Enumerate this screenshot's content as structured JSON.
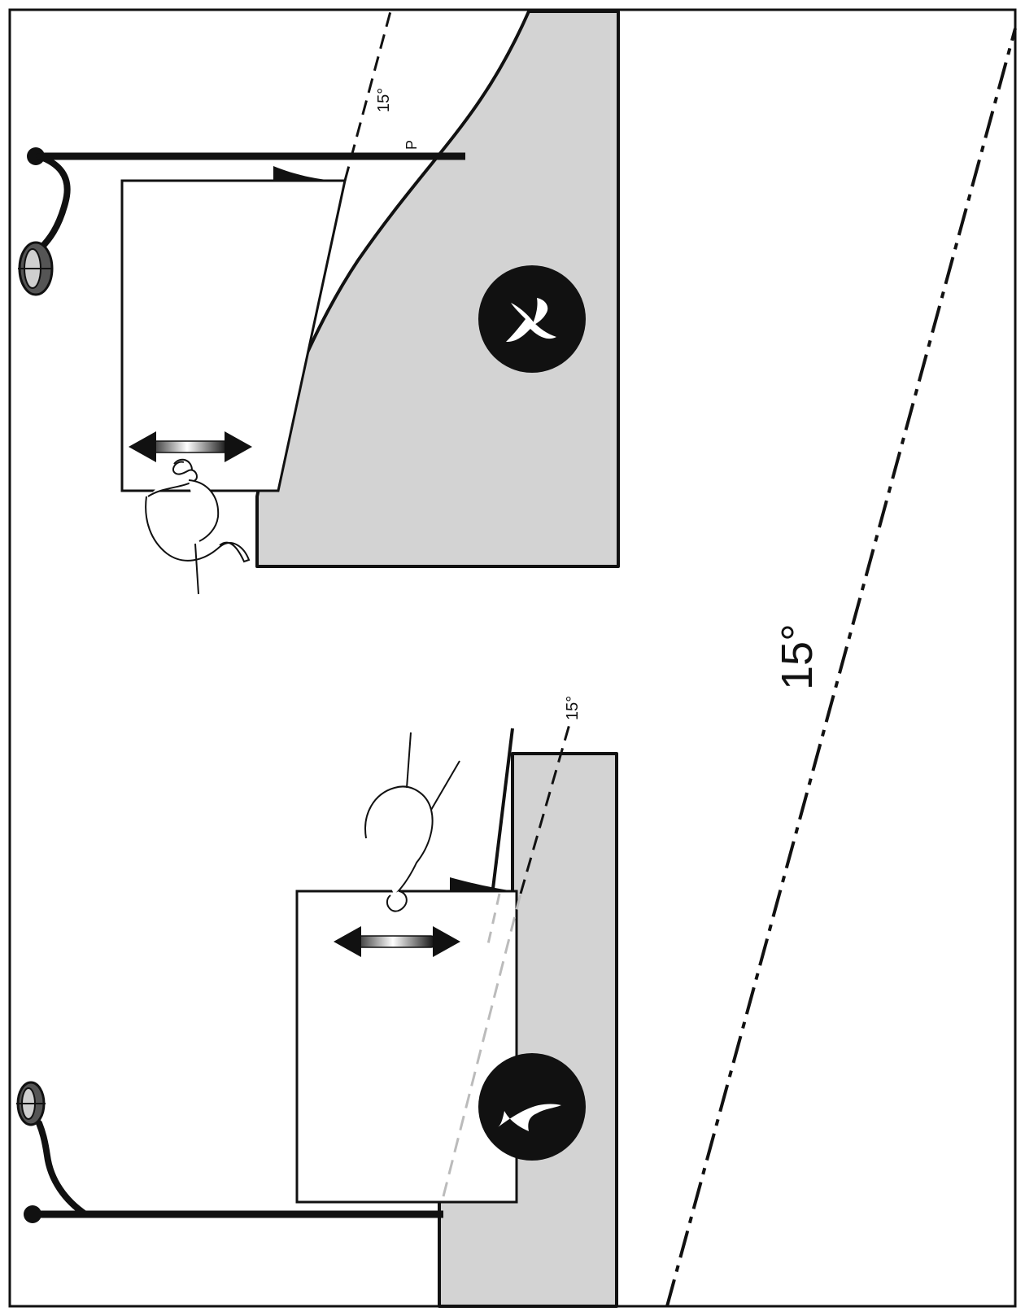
{
  "labels": {
    "top_angle": "15°",
    "top_point": "P",
    "bottom_angle": "15°",
    "big_angle": "15°"
  },
  "icons": {
    "incorrect": "cross-icon",
    "correct": "check-icon"
  },
  "colors": {
    "stroke": "#111111",
    "panel_fill": "#d3d3d3",
    "badge_fill": "#111111",
    "badge_mark": "#ffffff",
    "background": "#ffffff"
  }
}
